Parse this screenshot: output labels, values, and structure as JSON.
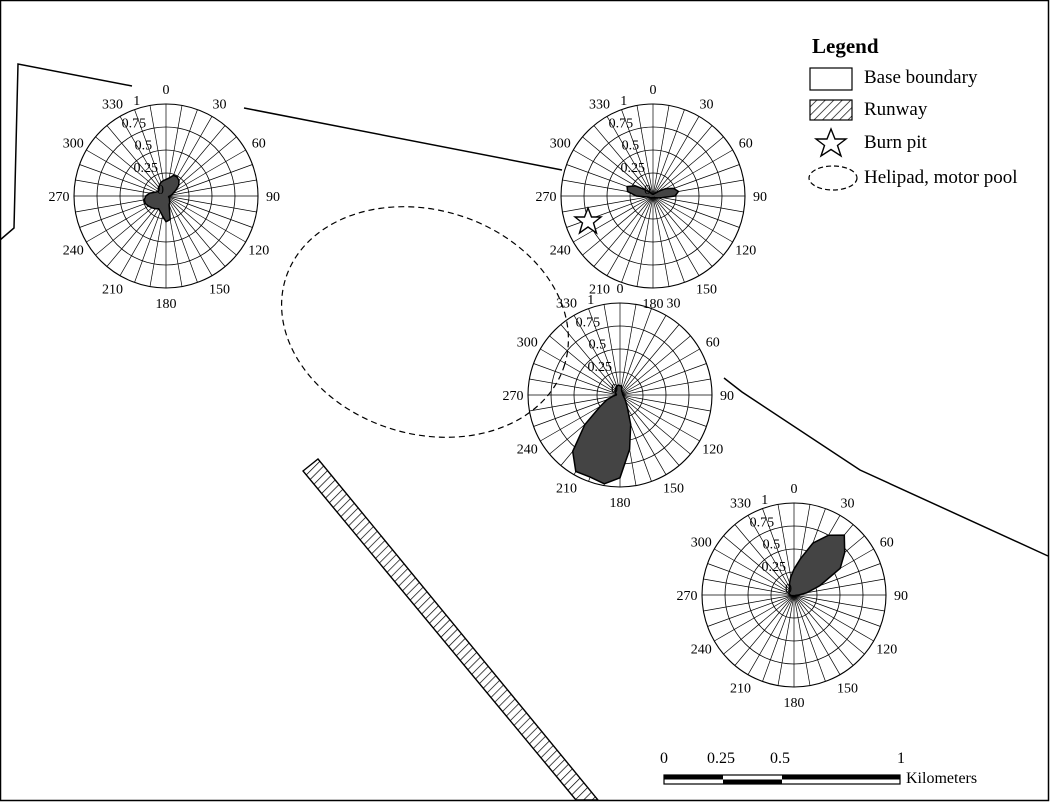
{
  "legend": {
    "title": "Legend",
    "items": [
      {
        "label": "Base boundary",
        "icon": "rectangle-outline-icon"
      },
      {
        "label": "Runway",
        "icon": "hatched-rectangle-icon"
      },
      {
        "label": "Burn pit",
        "icon": "star-icon"
      },
      {
        "label": "Helipad, motor pool",
        "icon": "dashed-ellipse-icon"
      }
    ]
  },
  "scale_bar": {
    "ticks": [
      "0",
      "0.25",
      "0.5",
      "1"
    ],
    "unit": "Kilometers"
  },
  "rose_axis": {
    "angle_labels": [
      "0",
      "30",
      "60",
      "90",
      "120",
      "150",
      "180",
      "210",
      "240",
      "270",
      "300",
      "330"
    ],
    "radial_labels": [
      "0",
      "0.25",
      "0.5",
      "0.75",
      "1"
    ]
  },
  "chart_data": {
    "type": "polar-rose",
    "direction_bins_deg": [
      0,
      10,
      20,
      30,
      40,
      50,
      60,
      70,
      80,
      90,
      100,
      110,
      120,
      130,
      140,
      150,
      160,
      170,
      180,
      190,
      200,
      210,
      220,
      230,
      240,
      250,
      260,
      270,
      280,
      290,
      300,
      310,
      320,
      330,
      340,
      350
    ],
    "rlim": [
      0,
      1
    ],
    "series": [
      {
        "values": [
          0.18,
          0.2,
          0.24,
          0.24,
          0.22,
          0.18,
          0.12,
          0.08,
          0.06,
          0.04,
          0.03,
          0.03,
          0.04,
          0.05,
          0.06,
          0.08,
          0.1,
          0.26,
          0.28,
          0.22,
          0.18,
          0.16,
          0.18,
          0.2,
          0.22,
          0.24,
          0.24,
          0.22,
          0.18,
          0.12,
          0.1,
          0.1,
          0.12,
          0.14,
          0.16,
          0.17
        ]
      },
      {
        "values": [
          0.02,
          0.02,
          0.02,
          0.03,
          0.04,
          0.08,
          0.16,
          0.24,
          0.28,
          0.24,
          0.1,
          0.06,
          0.04,
          0.03,
          0.02,
          0.02,
          0.02,
          0.02,
          0.02,
          0.02,
          0.02,
          0.02,
          0.03,
          0.03,
          0.04,
          0.04,
          0.06,
          0.18,
          0.28,
          0.3,
          0.22,
          0.1,
          0.05,
          0.03,
          0.02,
          0.02
        ]
      },
      {
        "values": [
          0.1,
          0.1,
          0.05,
          0.04,
          0.04,
          0.04,
          0.03,
          0.03,
          0.03,
          0.03,
          0.04,
          0.04,
          0.05,
          0.07,
          0.1,
          0.16,
          0.34,
          0.6,
          0.9,
          0.98,
          0.95,
          0.96,
          0.8,
          0.5,
          0.25,
          0.15,
          0.08,
          0.04,
          0.04,
          0.05,
          0.06,
          0.07,
          0.08,
          0.09,
          0.1,
          0.11
        ]
      },
      {
        "values": [
          0.28,
          0.4,
          0.6,
          0.75,
          0.85,
          0.72,
          0.58,
          0.3,
          0.14,
          0.05,
          0.02,
          0.02,
          0.02,
          0.01,
          0.01,
          0.01,
          0.01,
          0.01,
          0.01,
          0.01,
          0.01,
          0.01,
          0.01,
          0.01,
          0.02,
          0.02,
          0.03,
          0.04,
          0.05,
          0.06,
          0.06,
          0.07,
          0.08,
          0.1,
          0.14,
          0.2
        ]
      }
    ]
  }
}
